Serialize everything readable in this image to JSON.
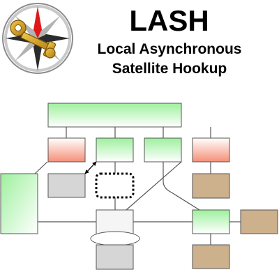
{
  "header": {
    "title": "LASH",
    "subtitle_line1": "Local Asynchronous",
    "subtitle_line2": "Satellite Hookup"
  },
  "logo": {
    "icon": "compass-star-key-icon",
    "colors": {
      "ring": "#9a9a9a",
      "star_dark": "#2b2b2b",
      "star_light": "#b3b3b3",
      "star_red": "#e01818",
      "key": "#d4a020"
    }
  },
  "colors": {
    "green": "#9ef09e",
    "salmon": "#f58f78",
    "gray": "#d6d6d6",
    "tan": "#cdb08c",
    "white_node": "#f5f5f5",
    "line": "#555555"
  }
}
